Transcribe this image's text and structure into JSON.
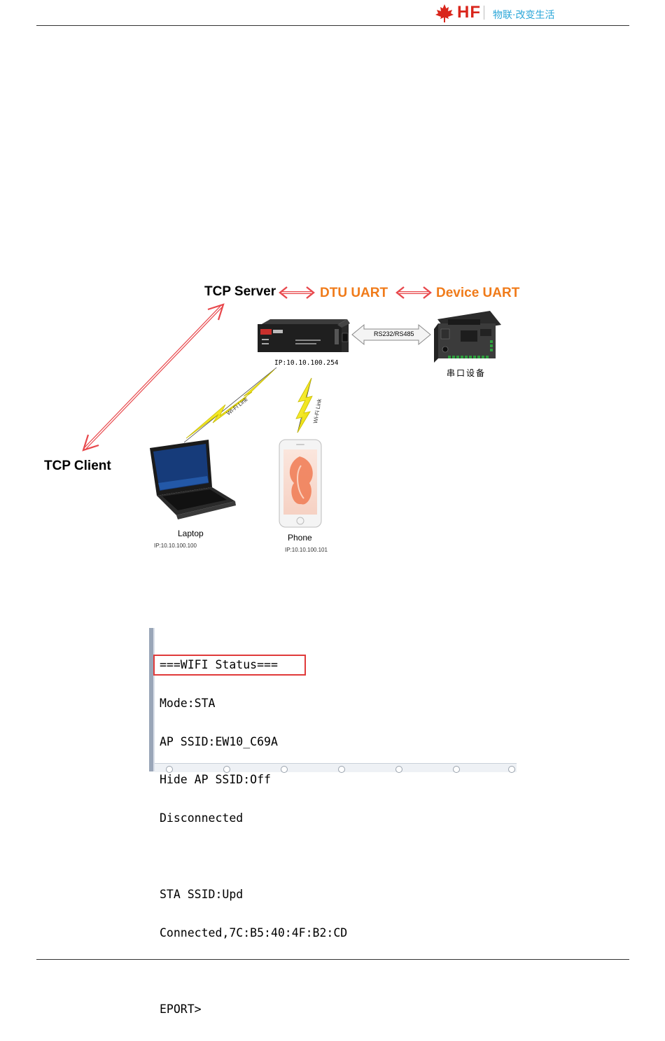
{
  "header": {
    "brand": "HF",
    "slogan": "物联·改变生活",
    "logo_icon": "maple-leaf-icon",
    "brand_color": "#d9261c",
    "slogan_color": "#2aa6d8"
  },
  "diagram": {
    "tcp_server": "TCP Server",
    "dtu_uart": "DTU UART",
    "device_uart": "Device UART",
    "tcp_client": "TCP Client",
    "rs_link": "RS232/RS485",
    "device_ip": "IP:10.10.100.254",
    "serial_device": "串口设备",
    "wifi_link_1": "Wi-Fi Link",
    "wifi_link_2": "Wi-Fi Link",
    "laptop": "Laptop",
    "laptop_ip": "IP:10.10.100.100",
    "phone": "Phone",
    "phone_ip": "IP:10.10.100.101",
    "accent_color": "#f07b1a",
    "arrow_color": "#e8484c"
  },
  "terminal": {
    "lines": [
      "===WIFI Status===",
      "Mode:STA",
      "AP SSID:EW10_C69A",
      "Hide AP SSID:Off",
      "Disconnected",
      "",
      "STA SSID:Upd",
      "Connected,7C:B5:40:4F:B2:CD",
      "",
      "EPORT>"
    ],
    "highlight_color": "#e03a3a"
  }
}
